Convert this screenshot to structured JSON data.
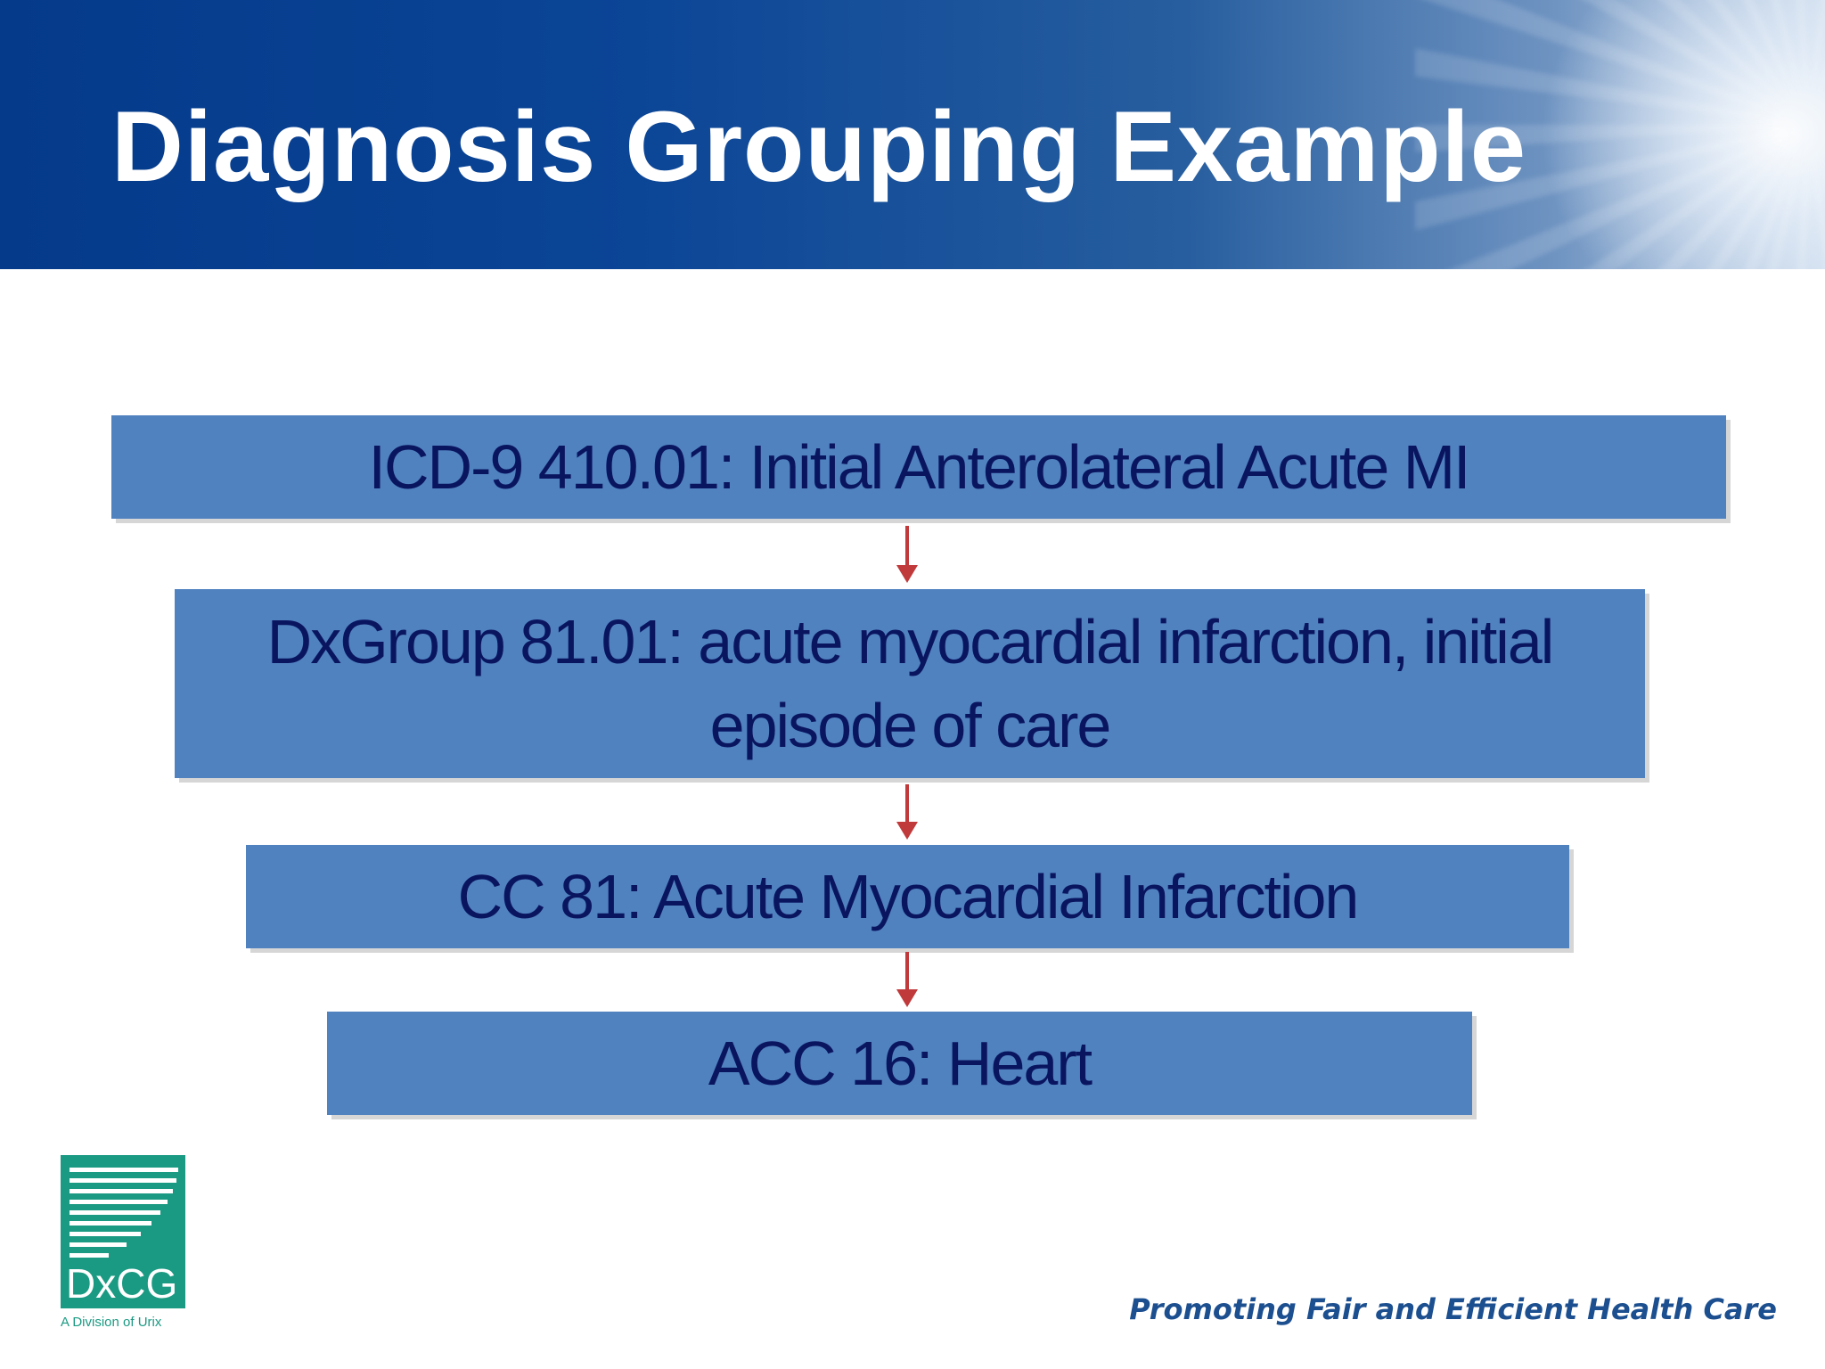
{
  "slide": {
    "title": "Diagnosis Grouping Example",
    "tagline": "Promoting Fair and Efficient Health Care"
  },
  "flow": {
    "steps": [
      {
        "lines": [
          "ICD-9 410.01: Initial Anterolateral Acute MI"
        ]
      },
      {
        "lines": [
          "DxGroup 81.01: acute myocardial infarction, initial",
          "episode of care"
        ]
      },
      {
        "lines": [
          "CC 81: Acute Myocardial Infarction"
        ]
      },
      {
        "lines": [
          "ACC 16: Heart"
        ]
      }
    ]
  },
  "logo": {
    "text": "DxCG",
    "caption": "A Division of Urix",
    "icon": "dxcg-logo"
  },
  "colors": {
    "header_dark": "#053a8a",
    "box_fill": "#5082c0",
    "box_text": "#0a1560",
    "arrow": "#c0393b",
    "logo_green": "#1a9a82",
    "tagline": "#1c4f8f"
  }
}
